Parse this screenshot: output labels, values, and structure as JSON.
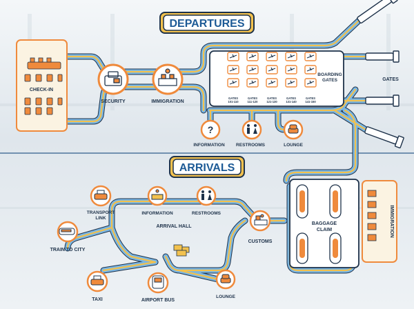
{
  "title_departures": "DEPARTURES",
  "title_arrivals": "ARRIVALS",
  "departures": {
    "check_in": "CHECK-IN",
    "security": "SECURITY",
    "immigration": "IMMIGRATION",
    "boarding_line1": "BOARDING",
    "boarding_line2": "GATES",
    "gates": "GATES",
    "information": "INFORMATION",
    "restrooms": "RESTROOMS",
    "lounge": "LOUNGE",
    "gate_labels": [
      {
        "line1": "GATES",
        "line2": "101-110"
      },
      {
        "line1": "GATES",
        "line2": "111-120"
      },
      {
        "line1": "GATES",
        "line2": "121-130"
      },
      {
        "line1": "GATES",
        "line2": "131-140"
      },
      {
        "line1": "GATES",
        "line2": "141-150"
      }
    ]
  },
  "arrivals": {
    "transport_line1": "TRANSPORT",
    "transport_line2": "LINK",
    "information": "INFORMATION",
    "restrooms": "RESTROOMS",
    "arrival_hall": "ARRIVAL HALL",
    "train": "TRAIN TO CITY",
    "customs": "CUSTOMS",
    "baggage_line1": "BAGGAGE",
    "baggage_line2": "CLAIM",
    "immigration": "IMMIGRATION",
    "taxi": "TAXI",
    "airport_bus": "AIRPORT BUS",
    "lounge": "LOUNGE"
  },
  "colors": {
    "navy": "#1d3149",
    "blue": "#7ab6e3",
    "yellow": "#f2c14e",
    "orange": "#ef8a3c",
    "cream": "#fbf3e2"
  }
}
